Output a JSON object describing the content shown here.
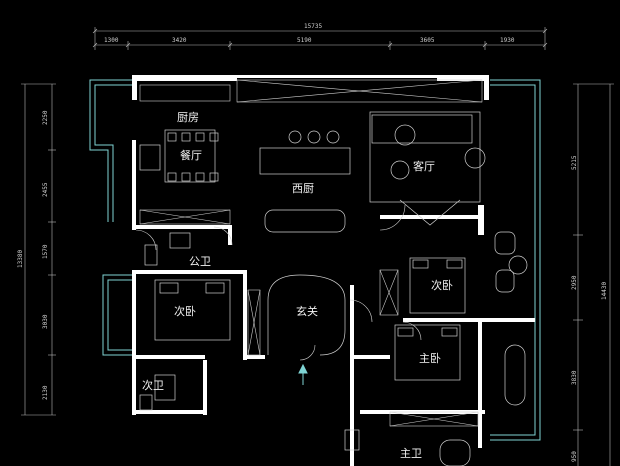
{
  "rooms": {
    "kitchen": "厨房",
    "dining": "餐厅",
    "western_kitchen": "西厨",
    "living": "客厅",
    "public_bath": "公卫",
    "bedroom_left": "次卧",
    "entrance": "玄关",
    "bedroom_right": "次卧",
    "master_bedroom": "主卧",
    "second_bath": "次卫",
    "master_bath": "主卫"
  },
  "dimensions": {
    "top_total": "15735",
    "top_segments": [
      "1300",
      "3420",
      "5190",
      "3605",
      "1930"
    ],
    "left_total": "13380",
    "left_segments": [
      "2250",
      "2455",
      "1570",
      "3030",
      "2130"
    ],
    "right_total": "14430",
    "right_segments": [
      "5215",
      "2950",
      "3830",
      "950"
    ]
  },
  "colors": {
    "background": "#000000",
    "wall": "#ffffff",
    "window": "#7fd4d4",
    "furniture": "#cfcfcf",
    "dimension": "#b8b8b8",
    "label": "#f2f2f2"
  }
}
